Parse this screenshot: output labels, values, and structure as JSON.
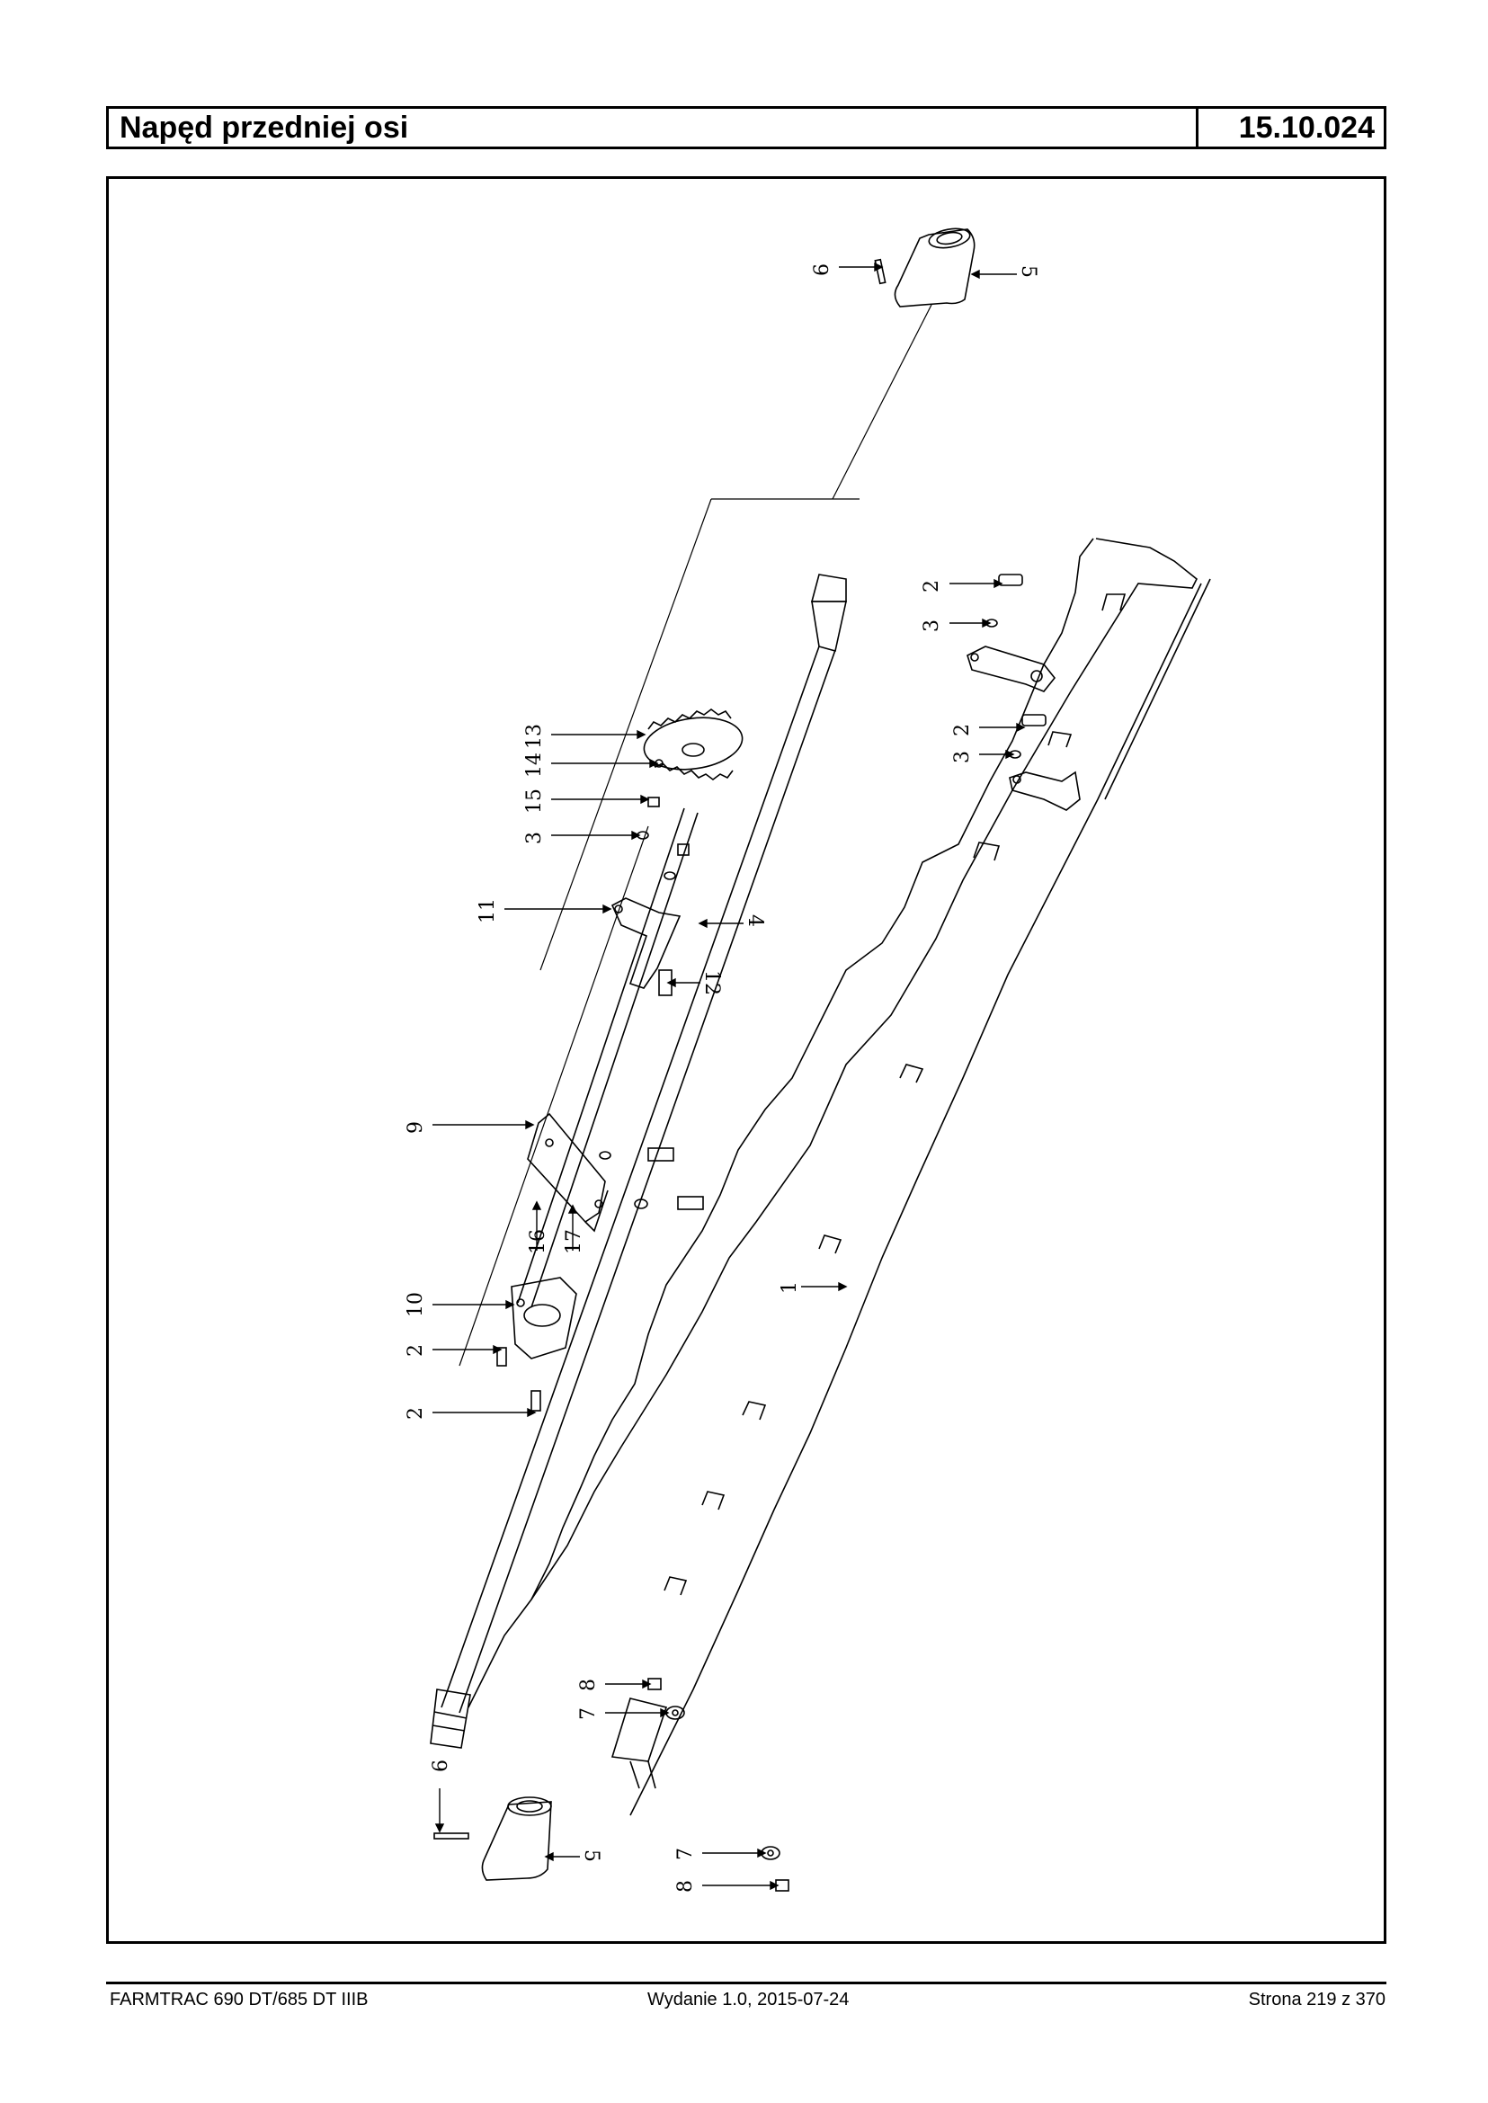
{
  "header": {
    "title": "Napęd przedniej osi",
    "code": "15.10.024"
  },
  "callouts": [
    {
      "id": "c6a",
      "number": "6"
    },
    {
      "id": "c5a",
      "number": "5"
    },
    {
      "id": "c2a",
      "number": "2"
    },
    {
      "id": "c3a",
      "number": "3"
    },
    {
      "id": "c2b",
      "number": "2"
    },
    {
      "id": "c3b",
      "number": "3"
    },
    {
      "id": "c13",
      "number": "13"
    },
    {
      "id": "c14",
      "number": "14"
    },
    {
      "id": "c15",
      "number": "15"
    },
    {
      "id": "c3c",
      "number": "3"
    },
    {
      "id": "c11",
      "number": "11"
    },
    {
      "id": "c4",
      "number": "4"
    },
    {
      "id": "c12",
      "number": "12"
    },
    {
      "id": "c9",
      "number": "9"
    },
    {
      "id": "c16",
      "number": "16"
    },
    {
      "id": "c17",
      "number": "17"
    },
    {
      "id": "c1",
      "number": "1"
    },
    {
      "id": "c10",
      "number": "10"
    },
    {
      "id": "c2c",
      "number": "2"
    },
    {
      "id": "c2d",
      "number": "2"
    },
    {
      "id": "c8a",
      "number": "8"
    },
    {
      "id": "c7a",
      "number": "7"
    },
    {
      "id": "c6b",
      "number": "6"
    },
    {
      "id": "c5b",
      "number": "5"
    },
    {
      "id": "c7b",
      "number": "7"
    },
    {
      "id": "c8b",
      "number": "8"
    }
  ],
  "footer": {
    "left": "FARMTRAC 690 DT/685 DT IIIB",
    "middle": "Wydanie 1.0,  2015-07-24",
    "right": "Strona 219 z 370"
  }
}
